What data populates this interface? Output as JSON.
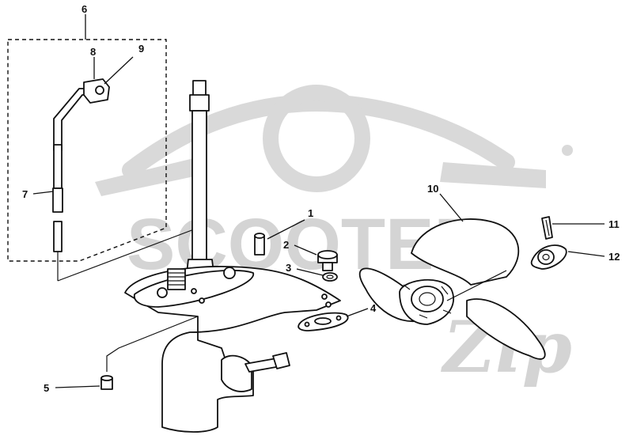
{
  "callouts": [
    {
      "id": "1",
      "label": "1"
    },
    {
      "id": "2",
      "label": "2"
    },
    {
      "id": "3",
      "label": "3"
    },
    {
      "id": "4",
      "label": "4"
    },
    {
      "id": "5",
      "label": "5"
    },
    {
      "id": "6",
      "label": "6"
    },
    {
      "id": "7",
      "label": "7"
    },
    {
      "id": "8",
      "label": "8"
    },
    {
      "id": "9",
      "label": "9"
    },
    {
      "id": "10",
      "label": "10"
    },
    {
      "id": "11",
      "label": "11"
    },
    {
      "id": "12",
      "label": "12"
    }
  ],
  "watermark": {
    "text_main": "SCOOTER",
    "text_script": "Zip",
    "color": "#d4d4d4"
  }
}
